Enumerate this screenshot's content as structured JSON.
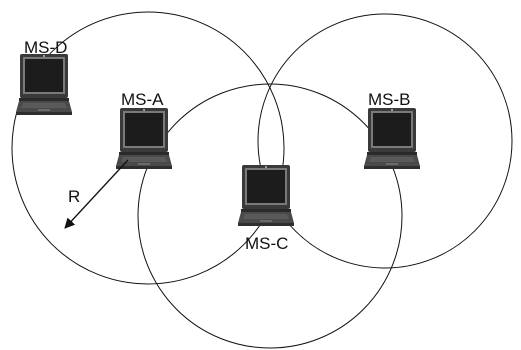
{
  "stations": [
    {
      "id": "MS-D",
      "label": "MS-D"
    },
    {
      "id": "MS-A",
      "label": "MS-A"
    },
    {
      "id": "MS-B",
      "label": "MS-B"
    },
    {
      "id": "MS-C",
      "label": "MS-C"
    }
  ],
  "radius_label": "R",
  "colors": {
    "stroke": "#111111",
    "laptop_body": "#3a3a3a",
    "laptop_screen": "#1c1c1c",
    "laptop_screen_rim": "#7a7a7a",
    "laptop_keyboard": "#5a5a5a"
  },
  "icons": {
    "station": "laptop-icon",
    "radius": "arrow-icon"
  }
}
